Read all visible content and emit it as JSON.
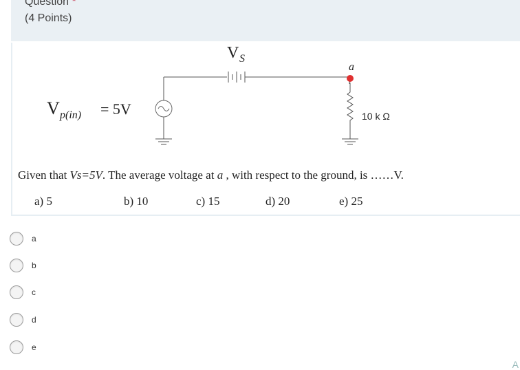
{
  "question": {
    "title": "Question",
    "required_mark": "*",
    "points": "(4 Points)"
  },
  "circuit": {
    "source_label": "V",
    "source_sub": "p(in)",
    "source_value": "= 5V",
    "battery_label": "V",
    "battery_sub": "S",
    "node_label": "a",
    "resistor_label": "10 k Ω"
  },
  "problem": {
    "text_prefix": "Given that ",
    "text_vs": "Vs=5V",
    "text_middle": ". The average voltage at ",
    "text_a": "a",
    "text_suffix": " , with respect to the ground, is ……V.",
    "choices": [
      "a) 5",
      "b) 10",
      "c) 15",
      "d) 20",
      "e) 25"
    ]
  },
  "options": [
    {
      "label": "a"
    },
    {
      "label": "b"
    },
    {
      "label": "c"
    },
    {
      "label": "d"
    },
    {
      "label": "e"
    }
  ],
  "corner_glyph": "A",
  "colors": {
    "header_bg": "#eaf0f4",
    "node_dot": "#e03030",
    "required": "#c4314b"
  }
}
